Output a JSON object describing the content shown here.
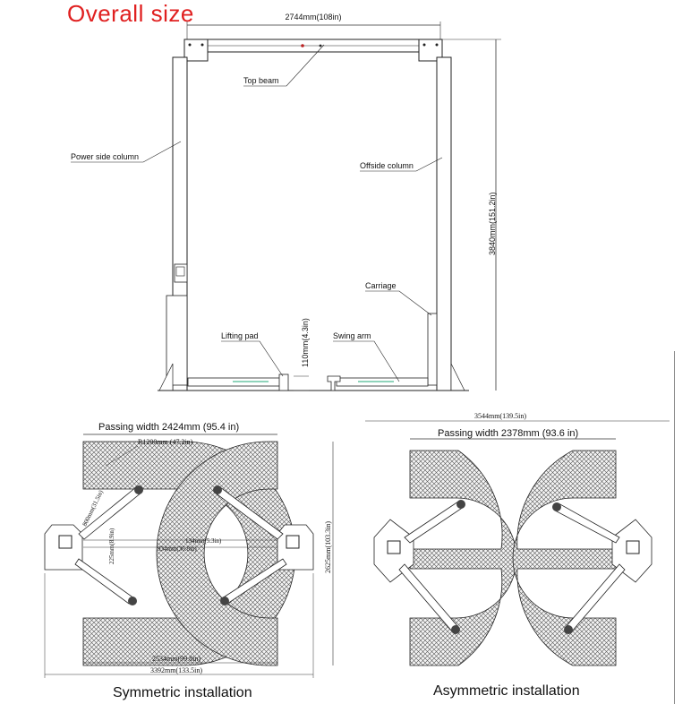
{
  "page": {
    "title": "Overall size"
  },
  "top_view": {
    "width_dim": "2744mm(108in)",
    "height_dim": "3840mm(151.2in)",
    "pad_height_dim": "110mm(4.3in)",
    "labels": {
      "top_beam": "Top beam",
      "power_side_column": "Power side column",
      "offside_column": "Offside column",
      "carriage": "Carriage",
      "lifting_pad": "Lifting pad",
      "swing_arm": "Swing arm"
    }
  },
  "symmetric": {
    "caption": "Symmetric installation",
    "passing_width": "Passing width 2424mm (95.4 in)",
    "radius": "R1200mm (47.2in)",
    "dim_800": "800mm(31.5in)",
    "dim_225": "225mm(8.9in)",
    "dim_134": "134mm(5.3in)",
    "dim_934": "934mm(36.8in)",
    "dim_2625": "2625mm(103.3in)",
    "dim_2534": "2534mm(99.8in)",
    "dim_3392": "3392mm(133.5in)"
  },
  "asymmetric": {
    "caption": "Asymmetric installation",
    "overall_width": "3544mm(139.5in)",
    "passing_width": "Passing width 2378mm (93.6 in)"
  },
  "colors": {
    "title": "#e02020",
    "line": "#222222",
    "hatch": "#444444",
    "fill": "#f2f2f2"
  }
}
